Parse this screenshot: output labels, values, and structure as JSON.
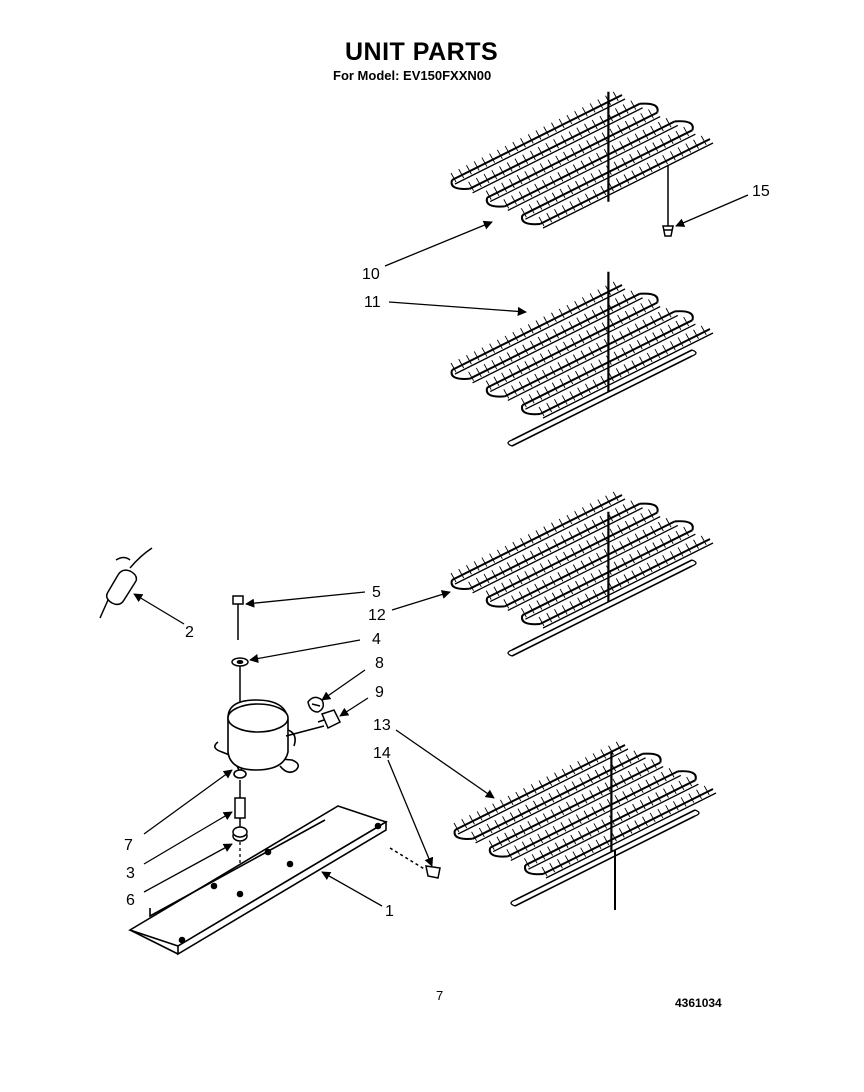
{
  "header": {
    "title": "UNIT PARTS",
    "subtitle": "For Model: EV150FXXN00"
  },
  "callouts": {
    "c1": "1",
    "c2": "2",
    "c3": "3",
    "c4": "4",
    "c5": "5",
    "c6": "6",
    "c7": "7",
    "c8": "8",
    "c9": "9",
    "c10": "10",
    "c11": "11",
    "c12": "12",
    "c13": "13",
    "c14": "14",
    "c15": "15"
  },
  "footer": {
    "page_number": "7",
    "document_number": "4361034"
  }
}
